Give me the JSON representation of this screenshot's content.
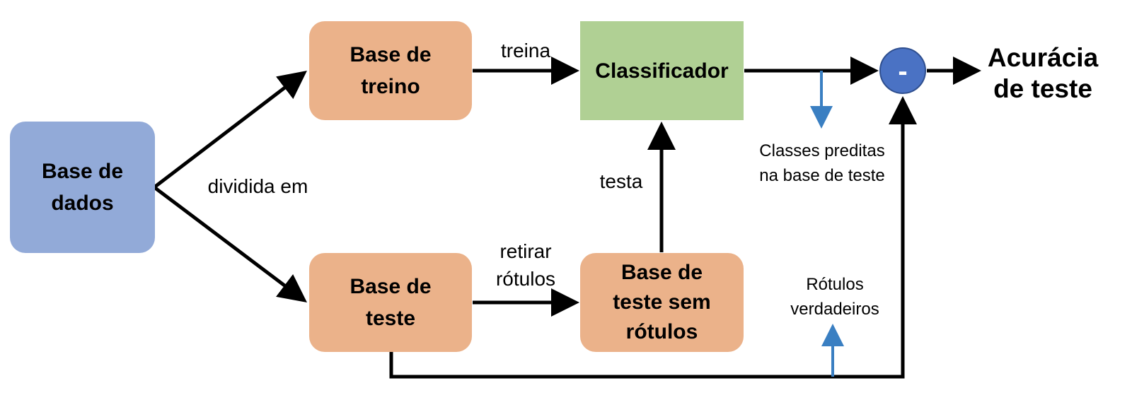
{
  "nodes": {
    "database": "Base de\ndados",
    "train_base": "Base de\ntreino",
    "test_base": "Base de\nteste",
    "classifier": "Classificador",
    "test_no_labels": "Base de\nteste sem\nrótulos",
    "subtract": "-",
    "output": "Acurácia\nde teste"
  },
  "edges": {
    "split": "dividida em",
    "train": "treina",
    "remove_labels": "retirar\nrótulos",
    "test": "testa"
  },
  "annotations": {
    "predicted": "Classes preditas\nna base de teste",
    "true_labels": "Rótulos\nverdadeiros"
  },
  "colors": {
    "database": "#92aad8",
    "dataset_split": "#ebb28a",
    "classifier": "#b0d094",
    "subtract_node": "#4a72c4",
    "note_arrow": "#3a7fc2",
    "line": "#000000"
  }
}
